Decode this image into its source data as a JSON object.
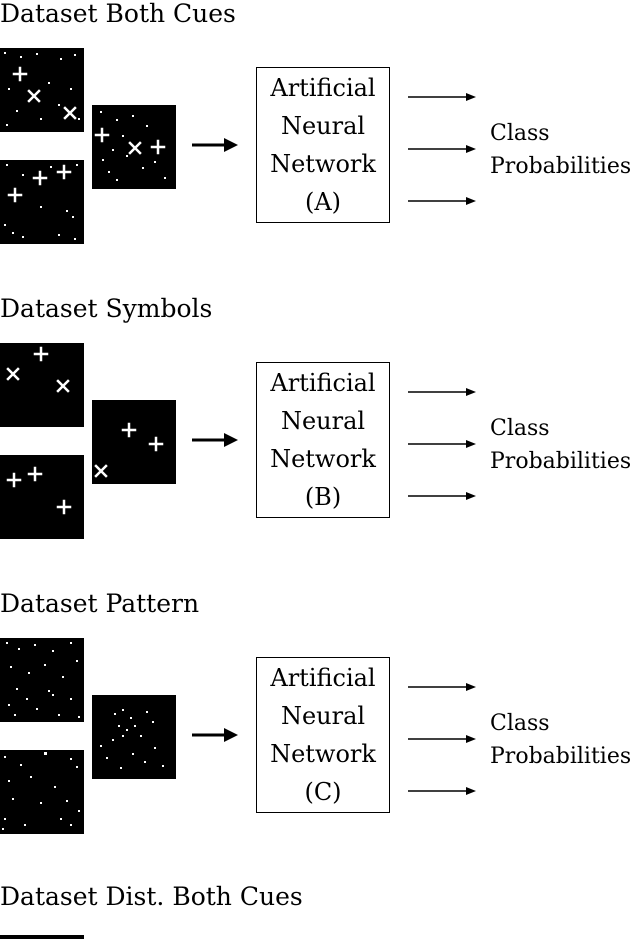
{
  "sections": [
    {
      "id": "both_cues",
      "title": "Dataset Both Cues",
      "network": {
        "lines": [
          "Artificial",
          "Neural",
          "Network",
          "(A)"
        ]
      },
      "output_label": {
        "line1": "Class",
        "line2": "Probabilities"
      }
    },
    {
      "id": "symbols",
      "title": "Dataset Symbols",
      "network": {
        "lines": [
          "Artificial",
          "Neural",
          "Network",
          "(B)"
        ]
      },
      "output_label": {
        "line1": "Class",
        "line2": "Probabilities"
      }
    },
    {
      "id": "pattern",
      "title": "Dataset Pattern",
      "network": {
        "lines": [
          "Artificial",
          "Neural",
          "Network",
          "(C)"
        ]
      },
      "output_label": {
        "line1": "Class",
        "line2": "Probabilities"
      }
    }
  ],
  "partial_section": {
    "title": "Dataset Dist. Both Cues"
  },
  "colors": {
    "background": "#ffffff",
    "ink": "#000000",
    "thumbnail_bg": "#000000",
    "thumbnail_marks": "#ffffff"
  }
}
